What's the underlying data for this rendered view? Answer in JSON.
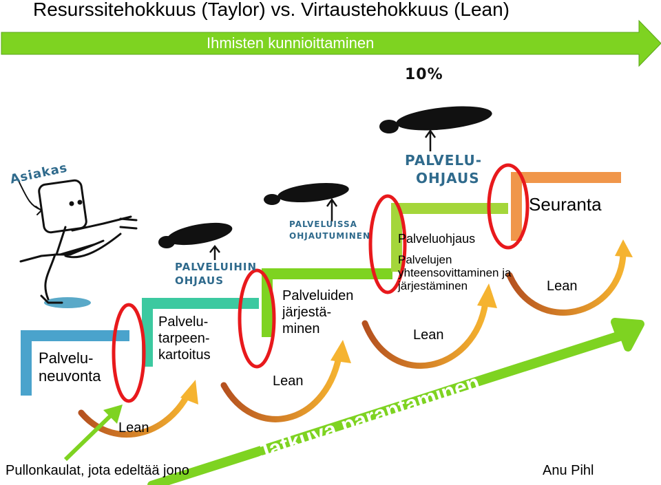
{
  "title": "Resurssitehokkuus (Taylor) vs. Virtaustehokkuus (Lean)",
  "top_arrow": {
    "text": "Ihmisten kunnioittaminen",
    "color": "#7ed321"
  },
  "bottom_arrow": {
    "text": "Jatkuva parantaminen",
    "color": "#7ed321"
  },
  "steps": [
    {
      "id": "palveluneuvonta",
      "lines": [
        "Palvelu-",
        "neuvonta"
      ],
      "color": "#4aa3cc"
    },
    {
      "id": "palvelutarpeenkartoitus",
      "lines": [
        "Palvelu-",
        "tarpeen-",
        "kartoitus"
      ],
      "color": "#3cc9a0"
    },
    {
      "id": "palveluiden-jarjestaminen",
      "lines": [
        "Palveluiden",
        "järjestä-",
        "minen"
      ],
      "color": "#7ed321"
    },
    {
      "id": "palveluohjaus",
      "title": "Palveluohjaus",
      "lines": [
        "Palvelujen",
        "yhteensovittaminen ja",
        "järjestäminen"
      ],
      "color": "#a4d63a"
    },
    {
      "id": "seuranta",
      "title": "Seuranta",
      "color": "#f0964a"
    }
  ],
  "lean_labels": [
    "Lean",
    "Lean",
    "Lean",
    "Lean"
  ],
  "handwritten": {
    "asiakas": "Asiakas",
    "palveluihin_ohjaus": [
      "PALVELUIHIN",
      "OHJAUS"
    ],
    "palveluissa_ohjautuminen": [
      "PALVELUISSA",
      "OHJAUTUMINEN"
    ],
    "palveluohjaus": [
      "PALVELU-",
      "OHJAUS"
    ],
    "percent": "10%"
  },
  "bottleneck_note": "Pullonkaulat, jota edeltää jono",
  "author": "Anu Pihl",
  "colors": {
    "bottleneck": "#e8191c",
    "lean_arc": "#f0a030",
    "bottleneck_pointer": "#7ed321"
  }
}
